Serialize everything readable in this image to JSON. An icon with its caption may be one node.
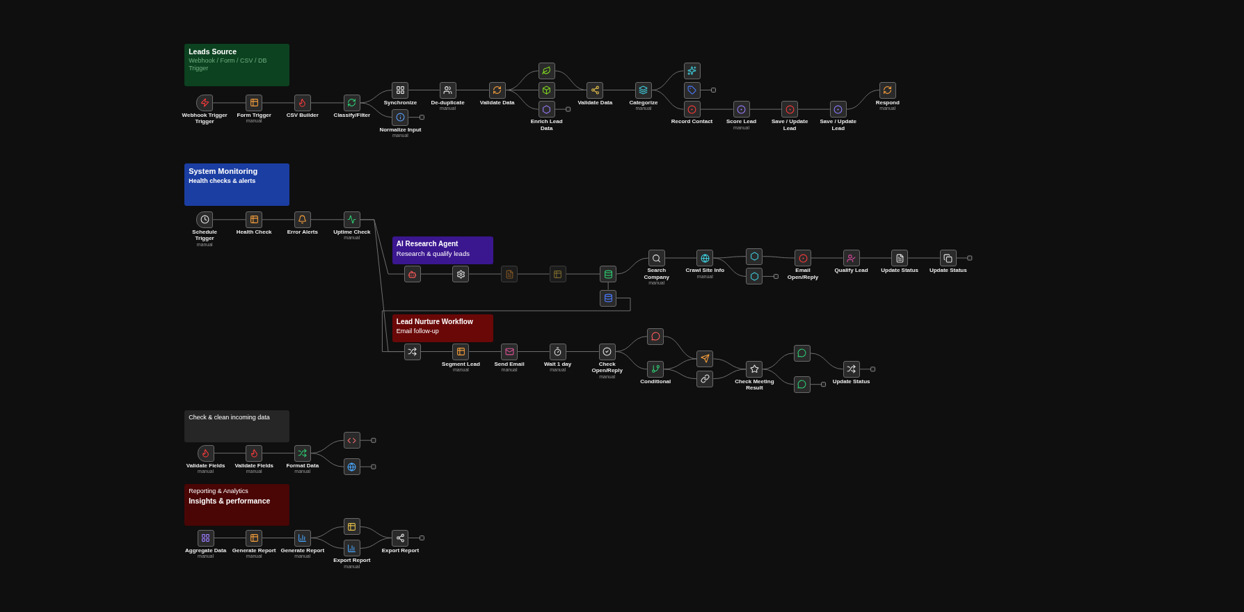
{
  "diagram": {
    "nodes": [
      {
        "text": [
          "Leads Source",
          "Webhook / Form / CSV / DB Trigger"
        ]
      },
      {
        "text": [
          "Webhook Trigger Trigger"
        ]
      },
      {
        "text": [
          "Form Trigger",
          "manual"
        ]
      },
      {
        "text": [
          "CSV Builder"
        ]
      },
      {
        "text": [
          "Classify/Filter"
        ]
      },
      {
        "text": [
          "Synchronize"
        ]
      },
      {
        "text": [
          "Normalize Input",
          "manual"
        ]
      },
      {
        "text": [
          "De-duplicate",
          "manual"
        ]
      },
      {
        "text": [
          "Validate Data"
        ]
      },
      {
        "text": [],
        "shape": "box"
      },
      {
        "text": [],
        "shape": "box"
      },
      {
        "text": [
          "Enrich Lead Data"
        ]
      },
      {
        "text": [
          "Validate Data"
        ]
      },
      {
        "text": [
          "Categorize",
          "manual"
        ]
      },
      {
        "text": [],
        "shape": "box"
      },
      {
        "text": [],
        "shape": "box"
      },
      {
        "text": [
          "Record Contact"
        ]
      },
      {
        "text": [
          "Score Lead",
          "manual"
        ]
      },
      {
        "text": [
          "Save / Update Lead"
        ]
      },
      {
        "text": [
          "Save / Update Lead"
        ]
      },
      {
        "text": [
          "Respond",
          "manual"
        ]
      },
      {
        "text": [
          "System Monitoring",
          "Health checks & alerts"
        ]
      },
      {
        "text": [
          "Schedule Trigger",
          "manual"
        ]
      },
      {
        "text": [
          "Health Check"
        ]
      },
      {
        "text": [
          "Error Alerts"
        ]
      },
      {
        "text": [
          "Uptime Check",
          "manual"
        ]
      },
      {
        "text": [
          "AI Research Agent",
          "Research & qualify leads"
        ]
      },
      {
        "text": [],
        "shape": "box"
      },
      {
        "text": [],
        "shape": "box"
      },
      {
        "text": [],
        "shape": "box"
      },
      {
        "text": [],
        "shape": "box"
      },
      {
        "text": [],
        "shape": "box"
      },
      {
        "text": [],
        "shape": "box"
      },
      {
        "text": [
          "Search Company",
          "manual"
        ]
      },
      {
        "text": [
          "Crawl Site Info",
          "manual"
        ]
      },
      {
        "text": [],
        "shape": "box"
      },
      {
        "text": [],
        "shape": "box"
      },
      {
        "text": [
          "Email Open/Reply"
        ]
      },
      {
        "text": [
          "Qualify Lead"
        ]
      },
      {
        "text": [
          "Update Status"
        ]
      },
      {
        "text": [
          "Update Status"
        ]
      },
      {
        "text": [
          "Lead Nurture Workflow",
          "Email follow-up"
        ]
      },
      {
        "text": [],
        "shape": "box"
      },
      {
        "text": [
          "Segment Lead",
          "manual"
        ]
      },
      {
        "text": [
          "Send Email",
          "manual"
        ]
      },
      {
        "text": [
          "Wait 1 day",
          "manual"
        ]
      },
      {
        "text": [
          "Check Open/Reply",
          "manual"
        ]
      },
      {
        "text": [],
        "shape": "box"
      },
      {
        "text": [
          "Conditional"
        ]
      },
      {
        "text": [],
        "shape": "box"
      },
      {
        "text": [],
        "shape": "box"
      },
      {
        "text": [
          "Check Meeting Result"
        ]
      },
      {
        "text": [],
        "shape": "box"
      },
      {
        "text": [],
        "shape": "box"
      },
      {
        "text": [
          "Update Status"
        ]
      },
      {
        "text": [
          "Check & clean incoming data"
        ]
      },
      {
        "text": [
          "Validate Fields",
          "manual"
        ]
      },
      {
        "text": [
          "Validate Fields",
          "manual"
        ]
      },
      {
        "text": [
          "Format Data",
          "manual"
        ]
      },
      {
        "text": [],
        "shape": "box"
      },
      {
        "text": [],
        "shape": "box"
      },
      {
        "text": [
          "Reporting & Analytics",
          "Insights & performance"
        ]
      },
      {
        "text": [
          "Aggregate Data",
          "manual"
        ]
      },
      {
        "text": [
          "Generate Report",
          "manual"
        ]
      },
      {
        "text": [
          "Generate Report",
          "manual"
        ]
      },
      {
        "text": [],
        "shape": "box"
      },
      {
        "text": [
          "Export Report",
          "manual"
        ]
      },
      {
        "text": [
          "Export Report"
        ]
      }
    ],
    "edges": [
      {
        "from": 1,
        "to": 2,
        "arrow": "none"
      },
      {
        "from": 2,
        "to": 3,
        "arrow": "none"
      },
      {
        "from": 3,
        "to": 4,
        "arrow": "none"
      },
      {
        "from": 4,
        "to": 5,
        "arrow": "none"
      },
      {
        "from": 4,
        "to": 6,
        "arrow": "none"
      },
      {
        "from": 6,
        "to": null,
        "arrow": "other"
      },
      {
        "from": 5,
        "to": 7,
        "arrow": "none"
      },
      {
        "from": 7,
        "to": 8,
        "arrow": "none"
      },
      {
        "from": 8,
        "to": 9,
        "arrow": "none"
      },
      {
        "from": 8,
        "to": 10,
        "arrow": "none"
      },
      {
        "from": 8,
        "to": 11,
        "arrow": "none"
      },
      {
        "from": 9,
        "to": 12,
        "arrow": "none"
      },
      {
        "from": 10,
        "to": 12,
        "arrow": "none"
      },
      {
        "from": 11,
        "to": null,
        "arrow": "other"
      },
      {
        "from": 12,
        "to": 13,
        "arrow": "none"
      },
      {
        "from": 13,
        "to": 14,
        "arrow": "none"
      },
      {
        "from": 13,
        "to": 16,
        "arrow": "none"
      },
      {
        "from": 15,
        "to": null,
        "arrow": "other"
      },
      {
        "from": 16,
        "to": 17,
        "arrow": "none"
      },
      {
        "from": 17,
        "to": 18,
        "arrow": "none"
      },
      {
        "from": 18,
        "to": 19,
        "arrow": "none"
      },
      {
        "from": 19,
        "to": 20,
        "arrow": "none"
      },
      {
        "from": 22,
        "to": 23,
        "arrow": "none"
      },
      {
        "from": 23,
        "to": 24,
        "arrow": "none"
      },
      {
        "from": 24,
        "to": 25,
        "arrow": "none"
      },
      {
        "from": 25,
        "to": 27,
        "arrow": "none"
      },
      {
        "from": 25,
        "to": 42,
        "arrow": "none"
      },
      {
        "from": 27,
        "to": 28,
        "arrow": "none"
      },
      {
        "from": 28,
        "to": 29,
        "arrow": "none"
      },
      {
        "from": 29,
        "to": 30,
        "arrow": "none"
      },
      {
        "from": 30,
        "to": 31,
        "arrow": "none"
      },
      {
        "from": 31,
        "to": 32,
        "arrow": "none"
      },
      {
        "from": 31,
        "to": 33,
        "arrow": "none"
      },
      {
        "from": 32,
        "to": 42,
        "arrow": "none"
      },
      {
        "from": 33,
        "to": 34,
        "arrow": "none"
      },
      {
        "from": 34,
        "to": 35,
        "arrow": "none"
      },
      {
        "from": 34,
        "to": 36,
        "arrow": "none"
      },
      {
        "from": 35,
        "to": 37,
        "arrow": "none"
      },
      {
        "from": 36,
        "to": null,
        "arrow": "other"
      },
      {
        "from": 37,
        "to": 38,
        "arrow": "none"
      },
      {
        "from": 38,
        "to": 39,
        "arrow": "none"
      },
      {
        "from": 39,
        "to": 40,
        "arrow": "none"
      },
      {
        "from": 40,
        "to": null,
        "arrow": "other"
      },
      {
        "from": 42,
        "to": 43,
        "arrow": "none"
      },
      {
        "from": 43,
        "to": 44,
        "arrow": "none"
      },
      {
        "from": 44,
        "to": 45,
        "arrow": "none"
      },
      {
        "from": 45,
        "to": 46,
        "arrow": "none"
      },
      {
        "from": 46,
        "to": 47,
        "arrow": "none"
      },
      {
        "from": 46,
        "to": 48,
        "arrow": "none"
      },
      {
        "from": 47,
        "to": 49,
        "arrow": "none"
      },
      {
        "from": 48,
        "to": 49,
        "arrow": "none"
      },
      {
        "from": 48,
        "to": 50,
        "arrow": "none"
      },
      {
        "from": 49,
        "to": 51,
        "arrow": "none"
      },
      {
        "from": 50,
        "to": 51,
        "arrow": "none"
      },
      {
        "from": 51,
        "to": 52,
        "arrow": "none"
      },
      {
        "from": 51,
        "to": 53,
        "arrow": "none"
      },
      {
        "from": 52,
        "to": 54,
        "arrow": "none"
      },
      {
        "from": 53,
        "to": null,
        "arrow": "other"
      },
      {
        "from": 54,
        "to": null,
        "arrow": "other"
      },
      {
        "from": 56,
        "to": 57,
        "arrow": "none"
      },
      {
        "from": 57,
        "to": 58,
        "arrow": "none"
      },
      {
        "from": 58,
        "to": 59,
        "arrow": "none"
      },
      {
        "from": 58,
        "to": 60,
        "arrow": "none"
      },
      {
        "from": 59,
        "to": null,
        "arrow": "other"
      },
      {
        "from": 60,
        "to": null,
        "arrow": "other"
      },
      {
        "from": 62,
        "to": 63,
        "arrow": "none"
      },
      {
        "from": 63,
        "to": 64,
        "arrow": "none"
      },
      {
        "from": 64,
        "to": 65,
        "arrow": "none"
      },
      {
        "from": 64,
        "to": 66,
        "arrow": "none"
      },
      {
        "from": 65,
        "to": 67,
        "arrow": "none"
      },
      {
        "from": 66,
        "to": 67,
        "arrow": "none"
      },
      {
        "from": 67,
        "to": null,
        "arrow": "other"
      }
    ]
  }
}
